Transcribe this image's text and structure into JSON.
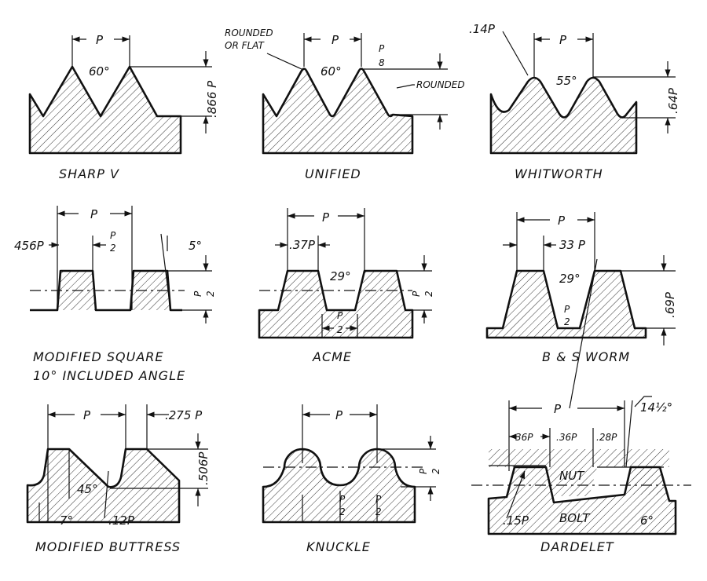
{
  "panels": [
    {
      "title": "SHARP V",
      "labels": {
        "pitch": "P",
        "angle": "60°",
        "depth": ".866 P"
      }
    },
    {
      "title": "UNIFIED",
      "labels": {
        "crest1": "ROUNDED",
        "crest2": "OR FLAT",
        "pitch": "P",
        "flat_num": "P",
        "flat_den": "8",
        "root": "ROUNDED",
        "angle": "60°"
      }
    },
    {
      "title": "WHITWORTH",
      "labels": {
        "radius": ".14P",
        "pitch": "P",
        "angle": "55°",
        "depth": ".64P"
      }
    },
    {
      "title": "MODIFIED SQUARE",
      "subtitle": "10° INCLUDED ANGLE",
      "labels": {
        "pitch": "P",
        "width": "456P",
        "half_num": "P",
        "half_den": "2",
        "angle": "5°",
        "depth_num": "P",
        "depth_den": "2"
      }
    },
    {
      "title": "ACME",
      "labels": {
        "pitch": "P",
        "flat": ".37P",
        "angle": "29°",
        "half_num": "P",
        "half_den": "2",
        "depth_num": "P",
        "depth_den": "2"
      }
    },
    {
      "title": "B & S WORM",
      "labels": {
        "pitch": "P",
        "flat": "33 P",
        "angle": "29°",
        "half_num": "P",
        "half_den": "2",
        "depth": ".69P"
      }
    },
    {
      "title": "MODIFIED BUTTRESS",
      "labels": {
        "pitch": "P",
        "flat": ".275 P",
        "depth": ".506P",
        "angle45": "45°",
        "angle7": "7°",
        "radius": ".12P"
      }
    },
    {
      "title": "KNUCKLE",
      "labels": {
        "pitch": "P",
        "depth_num": "P",
        "depth_den": "2",
        "half1_num": "P",
        "half1_den": "2",
        "half2_num": "P",
        "half2_den": "2"
      }
    },
    {
      "title": "DARDELET",
      "labels": {
        "pitch": "P",
        "angle": "14½°",
        "d1": "36P",
        "d2": ".36P",
        "d3": ".28P",
        "nut": "NUT",
        "bolt": "BOLT",
        "d4": ".15P",
        "angle6": "6°"
      }
    }
  ]
}
